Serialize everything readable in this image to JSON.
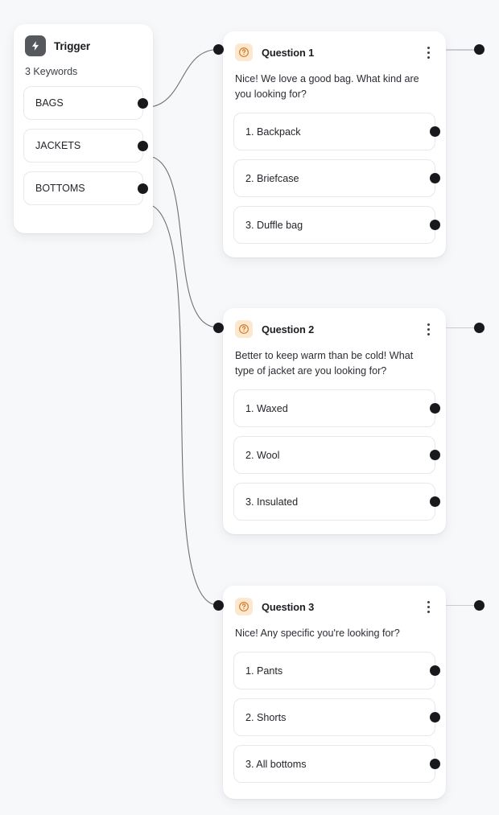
{
  "canvas": {
    "background": "#f7f8fa",
    "accent_orange": "#d4741c",
    "accent_orange_bg": "#fbe8cf",
    "port_color": "#17191d",
    "edge_color": "#6b7077"
  },
  "trigger": {
    "title": "Trigger",
    "icon": "lightning-bolt-icon",
    "keywords_label": "3 Keywords",
    "keywords": [
      {
        "label": "BAGS"
      },
      {
        "label": "JACKETS"
      },
      {
        "label": "BOTTOMS"
      }
    ]
  },
  "questions": [
    {
      "icon": "question-circle-icon",
      "title": "Question 1",
      "menu_icon": "kebab-menu-icon",
      "prompt": "Nice! We love a good bag. What kind are you looking for?",
      "options": [
        {
          "label": "1. Backpack"
        },
        {
          "label": "2. Briefcase"
        },
        {
          "label": "3. Duffle bag"
        }
      ]
    },
    {
      "icon": "question-circle-icon",
      "title": "Question 2",
      "menu_icon": "kebab-menu-icon",
      "prompt": "Better to keep warm than be cold! What type of jacket are you looking for?",
      "options": [
        {
          "label": "1. Waxed"
        },
        {
          "label": "2. Wool"
        },
        {
          "label": "3. Insulated"
        }
      ]
    },
    {
      "icon": "question-circle-icon",
      "title": "Question 3",
      "menu_icon": "kebab-menu-icon",
      "prompt": "Nice! Any specific you're looking for?",
      "options": [
        {
          "label": "1. Pants"
        },
        {
          "label": "2. Shorts"
        },
        {
          "label": "3. All bottoms"
        }
      ]
    }
  ],
  "connections": [
    {
      "from": "BAGS",
      "to": "Question 1"
    },
    {
      "from": "JACKETS",
      "to": "Question 2"
    },
    {
      "from": "BOTTOMS",
      "to": "Question 3"
    }
  ]
}
